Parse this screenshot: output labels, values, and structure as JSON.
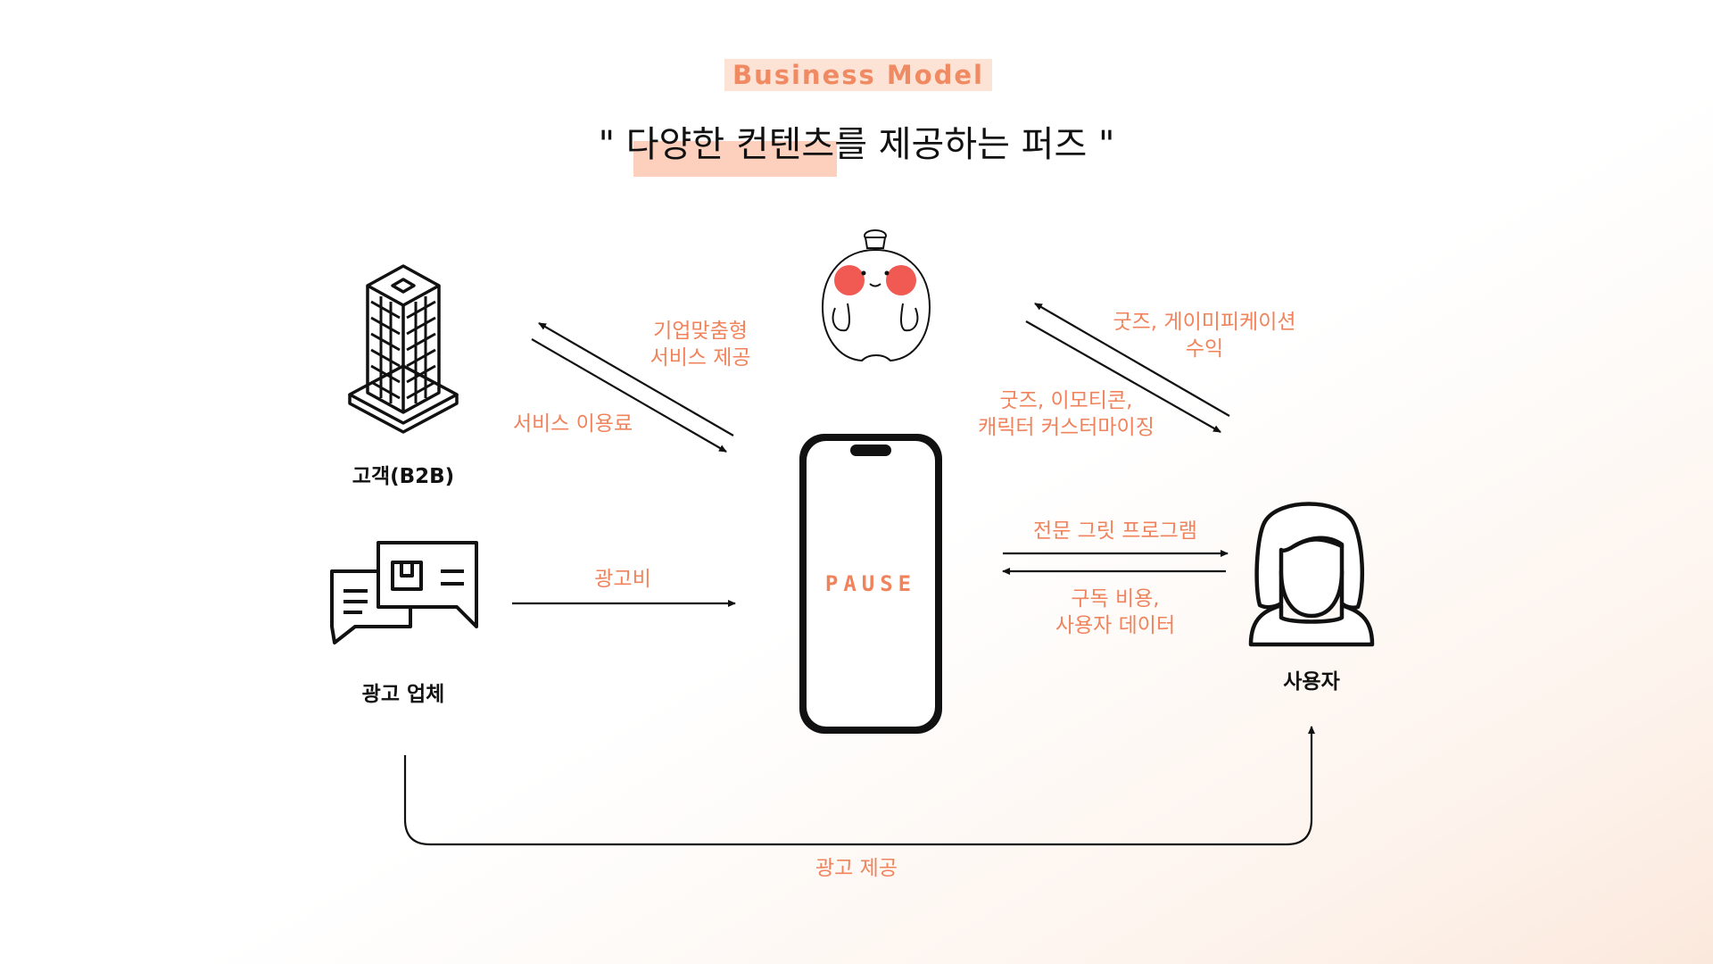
{
  "header": {
    "title": "Business Model",
    "slogan": "\" 다양한 컨텐츠를 제공하는 퍼즈 \""
  },
  "actors": {
    "b2b": "고객(B2B)",
    "advertiser": "광고 업체",
    "user": "사용자"
  },
  "app": {
    "logo_text": "PAUSE"
  },
  "flows": {
    "b2b_service_line1": "기업맞춤형",
    "b2b_service_line2": "서비스 제공",
    "b2b_fee": "서비스 이용료",
    "ad_fee": "광고비",
    "goods_revenue_line1": "굿즈, 게이미피케이션",
    "goods_revenue_line2": "수익",
    "goods_emoticon_line1": "굿즈, 이모티콘,",
    "goods_emoticon_line2": "캐릭터 커스터마이징",
    "grit_program": "전문 그릿 프로그램",
    "subscription_line1": "구독 비용,",
    "subscription_line2": "사용자 데이터",
    "ad_provision": "광고 제공"
  },
  "colors": {
    "accent": "#f0835c",
    "highlight": "#fcd0bc",
    "title_bg": "#fde3d6",
    "text": "#111111"
  },
  "icons": [
    "building-icon",
    "chat-bubbles-icon",
    "character-mascot-icon",
    "smartphone-icon",
    "user-avatar-icon"
  ]
}
